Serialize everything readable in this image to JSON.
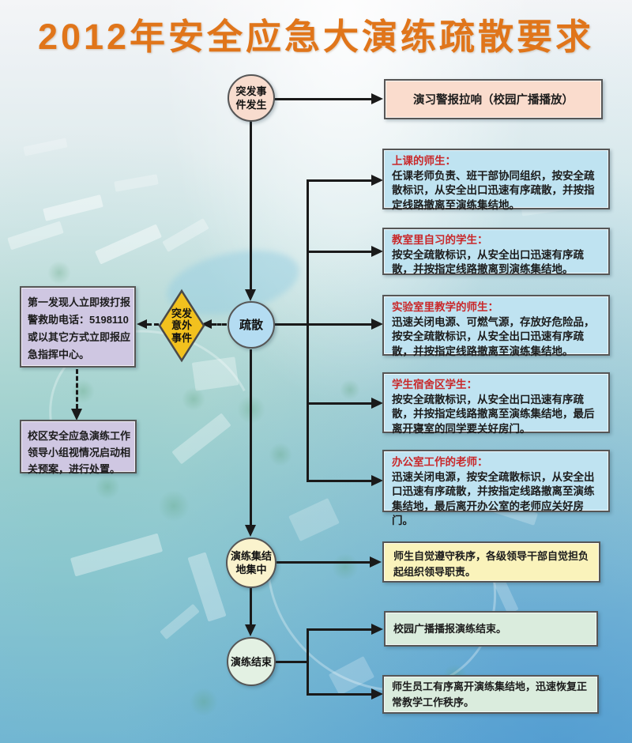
{
  "title": "2012年安全应急大演练疏散要求",
  "flow": {
    "start_circle": "突发事件发生",
    "alarm_box": "演习警报拉响（校园广播播放）",
    "evacuate_circle": "疏散",
    "accident_diamond": "突发意外事件",
    "report_box": "第一发现人立即拨打报警救助电话：5198110或以其它方式立即报应急指挥中心。",
    "response_box": "校区安全应急演练工作领导小组视情况启动相关预案，进行处置。",
    "groups": [
      {
        "title": "上课的师生：",
        "body": "任课老师负责、班干部协同组织，按安全疏散标识，从安全出口迅速有序疏散，并按指定线路撤离至演练集结地。"
      },
      {
        "title": "教室里自习的学生：",
        "body": "按安全疏散标识，从安全出口迅速有序疏散，并按指定线路撤离到演练集结地。"
      },
      {
        "title": "实验室里教学的师生：",
        "body": "迅速关闭电源、可燃气源，存放好危险品，按安全疏散标识，从安全出口迅速有序疏散，并按指定线路撤离至演练集结地。"
      },
      {
        "title": "学生宿舍区学生：",
        "body": "按安全疏散标识，从安全出口迅速有序疏散，并按指定线路撤离至演练集结地，最后离开寝室的同学要关好房门。"
      },
      {
        "title": "办公室工作的老师：",
        "body": "迅速关闭电源，按安全疏散标识，从安全出口迅速有序疏散，并按指定线路撤离至演练集结地，最后离开办公室的老师应关好房门。"
      }
    ],
    "assembly_circle": "演练集结地集中",
    "order_box": "师生自觉遵守秩序，各级领导干部自觉担负起组织领导职责。",
    "end_circle": "演练结束",
    "broadcast_box": "校园广播播报演练结束。",
    "resume_box": "师生员工有序离开演练集结地，迅速恢复正常教学工作秩序。"
  },
  "colors": {
    "title_orange": "#e0751a",
    "heading_red": "#c9282a",
    "box_blue": "#bfe3f1",
    "box_pink": "#fadccd",
    "box_purple": "#cfc7e2",
    "box_yellow": "#faf3bb",
    "box_green": "#daecdd",
    "diamond_yellow": "#f2c11e",
    "circle_start": "#f8dcce",
    "circle_evacuate": "#b4dcf2",
    "circle_assembly": "#faf3cd",
    "circle_end": "#e3f1e3",
    "arrow_black": "#1a1a1a"
  }
}
